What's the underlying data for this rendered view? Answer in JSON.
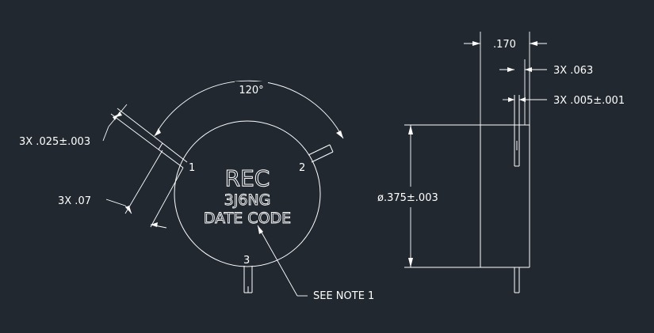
{
  "body_marking": {
    "line1": "REC",
    "line2": "3J6NG",
    "line3": "DATE CODE"
  },
  "pins": [
    "1",
    "2",
    "3"
  ],
  "dimensions": {
    "angle": "120°",
    "pin_width": "3X .025±.003",
    "pin_span": "3X .07",
    "side_offset": ".170",
    "pin_thickness": "3X .063",
    "tab_thickness": "3X .005±.001",
    "diameter": "ø.375±.003"
  },
  "notes": {
    "note1": "SEE NOTE 1"
  },
  "colors": {
    "background": "#212830",
    "lines": "#ffffff"
  }
}
